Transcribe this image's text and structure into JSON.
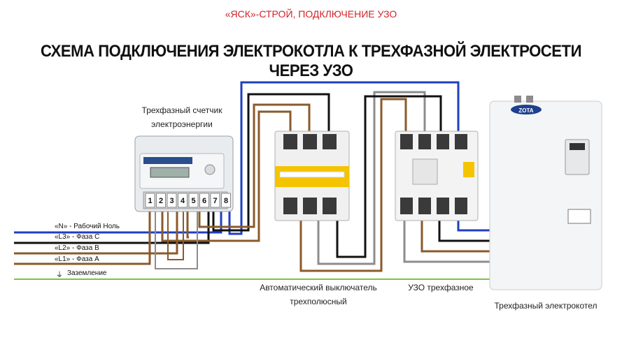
{
  "header": {
    "brand": "«ЯСК»-СТРОЙ, ПОДКЛЮЧЕНИЕ УЗО",
    "title": "СХЕМА ПОДКЛЮЧЕНИЯ ЭЛЕКТРОКОТЛА К ТРЕХФАЗНОЙ ЭЛЕКТРОСЕТИ ЧЕРЕЗ УЗО"
  },
  "labels": {
    "meter_line1": "Трехфазный счетчик",
    "meter_line2": "электроэнергии",
    "breaker_line1": "Автоматический выключатель",
    "breaker_line2": "трехполюсный",
    "rcd": "УЗО трехфазное",
    "boiler": "Трехфазный электрокотел"
  },
  "wires": [
    {
      "text": "«N» - Рабочий Ноль",
      "color": "#1f3fbf"
    },
    {
      "text": "«L3» - Фаза С",
      "color": "#111111"
    },
    {
      "text": "«L2» - Фаза В",
      "color": "#8a5a2b"
    },
    {
      "text": "«L1» - Фаза А",
      "color": "#8a5a2b"
    },
    {
      "text": "Заземление",
      "color": "#7cc242"
    }
  ],
  "meter_terminals": [
    "1",
    "2",
    "3",
    "4",
    "5",
    "6",
    "7",
    "8"
  ],
  "boiler_brand": "ZOTA",
  "colors": {
    "neutral": "#1f3fbf",
    "phase_black": "#111111",
    "phase_brown": "#8a5a2b",
    "phase_grey": "#8c8c8c",
    "ground": "#7cc242",
    "accent": "#d2232a",
    "breaker_yellow": "#f4c400"
  }
}
